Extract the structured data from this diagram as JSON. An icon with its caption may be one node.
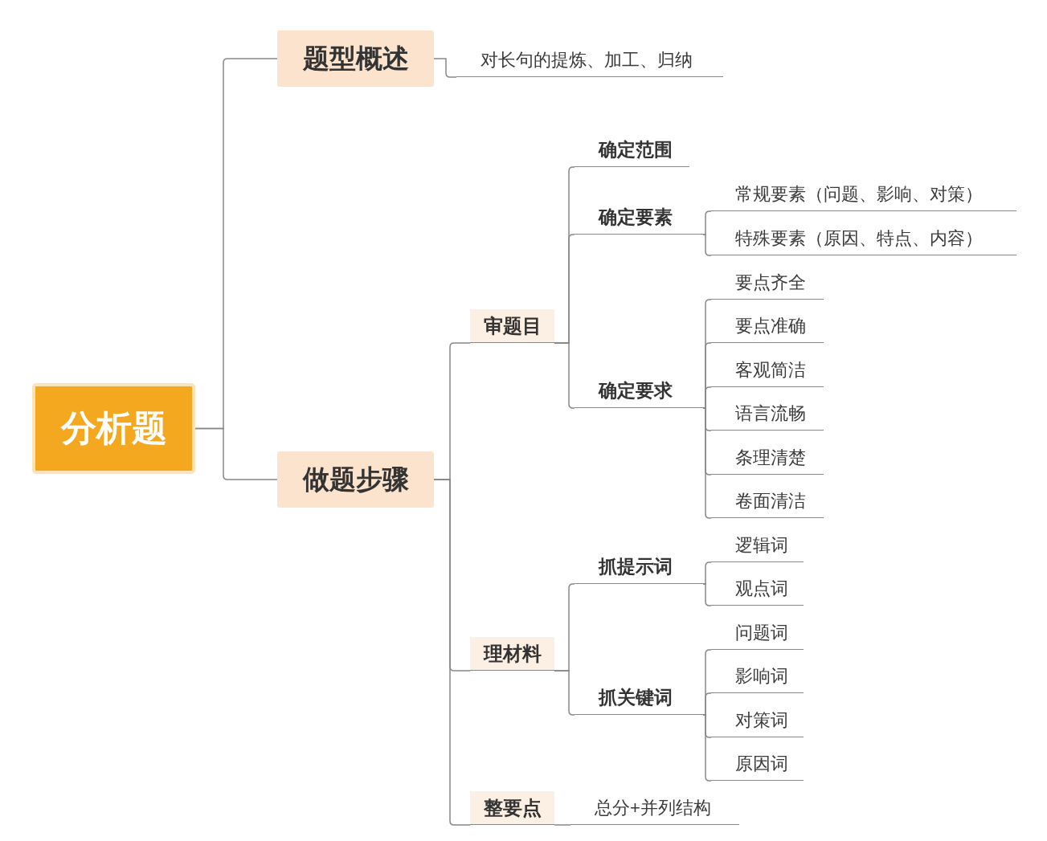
{
  "diagram": {
    "nodes": [
      {
        "text": [
          "分析题"
        ]
      },
      {
        "text": [
          "题型概述"
        ]
      },
      {
        "text": [
          "对长句的提炼、加工、归纳"
        ]
      },
      {
        "text": [
          "做题步骤"
        ]
      },
      {
        "text": [
          "审题目"
        ]
      },
      {
        "text": [
          "确定范围"
        ]
      },
      {
        "text": [
          "确定要素"
        ]
      },
      {
        "text": [
          "常规要素（问题、影响、对策）"
        ]
      },
      {
        "text": [
          "特殊要素（原因、特点、内容）"
        ]
      },
      {
        "text": [
          "确定要求"
        ]
      },
      {
        "text": [
          "要点齐全"
        ]
      },
      {
        "text": [
          "要点准确"
        ]
      },
      {
        "text": [
          "客观简洁"
        ]
      },
      {
        "text": [
          "语言流畅"
        ]
      },
      {
        "text": [
          "条理清楚"
        ]
      },
      {
        "text": [
          "卷面清洁"
        ]
      },
      {
        "text": [
          "理材料"
        ]
      },
      {
        "text": [
          "抓提示词"
        ]
      },
      {
        "text": [
          "逻辑词"
        ]
      },
      {
        "text": [
          "观点词"
        ]
      },
      {
        "text": [
          "抓关键词"
        ]
      },
      {
        "text": [
          "问题词"
        ]
      },
      {
        "text": [
          "影响词"
        ]
      },
      {
        "text": [
          "对策词"
        ]
      },
      {
        "text": [
          "原因词"
        ]
      },
      {
        "text": [
          "整要点"
        ]
      },
      {
        "text": [
          "总分+并列结构"
        ]
      }
    ],
    "edges": [
      {
        "from": 0,
        "to": 1,
        "arrow": "none"
      },
      {
        "from": 0,
        "to": 3,
        "arrow": "none"
      },
      {
        "from": 1,
        "to": 2,
        "arrow": "none"
      },
      {
        "from": 3,
        "to": 4,
        "arrow": "none"
      },
      {
        "from": 3,
        "to": 16,
        "arrow": "none"
      },
      {
        "from": 3,
        "to": 25,
        "arrow": "none"
      },
      {
        "from": 4,
        "to": 5,
        "arrow": "none"
      },
      {
        "from": 4,
        "to": 6,
        "arrow": "none"
      },
      {
        "from": 4,
        "to": 9,
        "arrow": "none"
      },
      {
        "from": 6,
        "to": 7,
        "arrow": "none"
      },
      {
        "from": 6,
        "to": 8,
        "arrow": "none"
      },
      {
        "from": 9,
        "to": 10,
        "arrow": "none"
      },
      {
        "from": 9,
        "to": 11,
        "arrow": "none"
      },
      {
        "from": 9,
        "to": 12,
        "arrow": "none"
      },
      {
        "from": 9,
        "to": 13,
        "arrow": "none"
      },
      {
        "from": 9,
        "to": 14,
        "arrow": "none"
      },
      {
        "from": 9,
        "to": 15,
        "arrow": "none"
      },
      {
        "from": 16,
        "to": 17,
        "arrow": "none"
      },
      {
        "from": 16,
        "to": 20,
        "arrow": "none"
      },
      {
        "from": 17,
        "to": 18,
        "arrow": "none"
      },
      {
        "from": 17,
        "to": 19,
        "arrow": "none"
      },
      {
        "from": 20,
        "to": 21,
        "arrow": "none"
      },
      {
        "from": 20,
        "to": 22,
        "arrow": "none"
      },
      {
        "from": 20,
        "to": 23,
        "arrow": "none"
      },
      {
        "from": 20,
        "to": 24,
        "arrow": "none"
      },
      {
        "from": 25,
        "to": 26,
        "arrow": "none"
      }
    ]
  }
}
